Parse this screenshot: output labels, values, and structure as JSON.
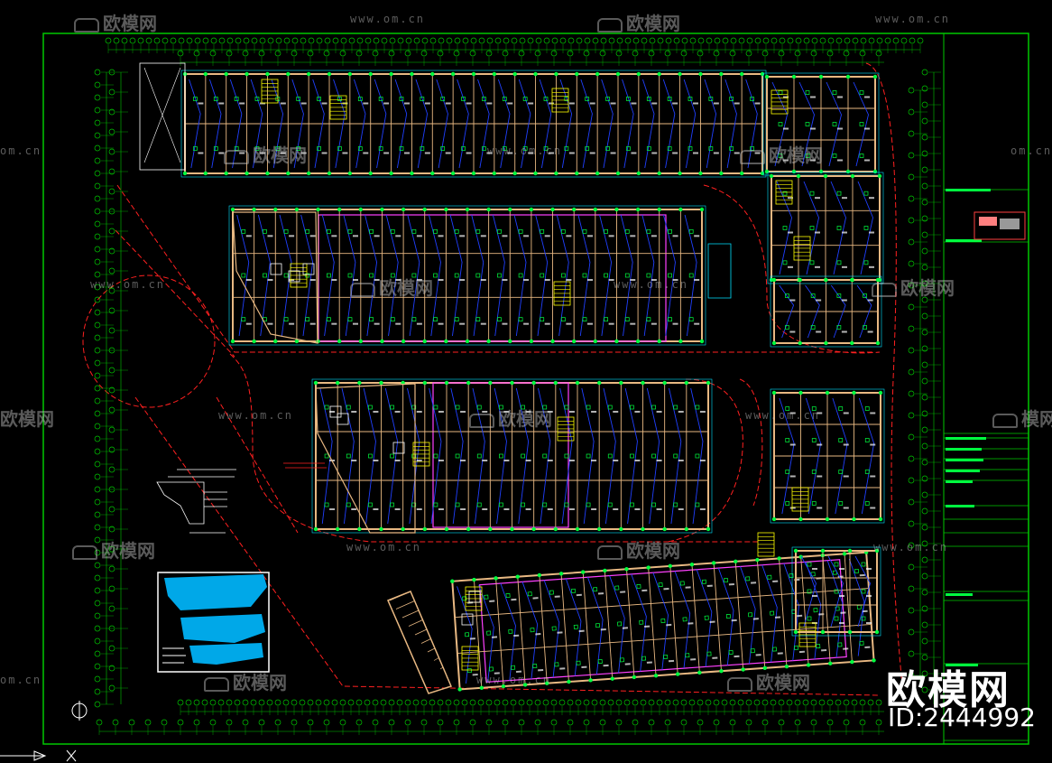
{
  "watermark": {
    "brand": "欧模网",
    "url": "www.om.cn",
    "url_short": "om.cn",
    "id_label": "ID:2444992",
    "brand_partial": "模网",
    "brand_left_partial": "欧模网"
  },
  "colors": {
    "background": "#000000",
    "frame": "#00c800",
    "wall": "#e8b882",
    "blue": "#2040ff",
    "cyan": "#00e0ff",
    "green": "#00ff40",
    "magenta": "#ff40ff",
    "red_road": "#ff2020",
    "yellow": "#ffff00",
    "white": "#ffffff",
    "legend_fill": "#00a8e8"
  },
  "icons": {
    "north_arrow": "north-arrow-icon",
    "axis_origin": "ucs-axis-icon"
  }
}
